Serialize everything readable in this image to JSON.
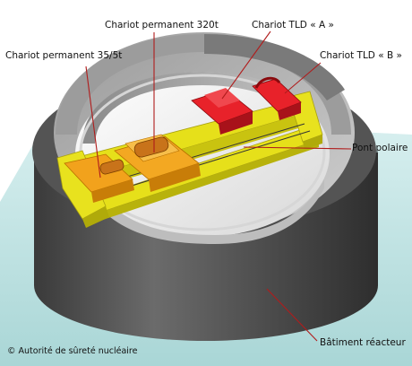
{
  "labels": {
    "chariot_35": "Chariot permanent 35/5t",
    "chariot_320": "Chariot permanent 320t",
    "chariot_a": "Chariot TLD « A »",
    "chariot_b": "Chariot TLD « B »",
    "pont": "Pont polaire",
    "batiment": "Bâtiment réacteur"
  },
  "copyright": "© Autorité de sûreté nucléaire",
  "colors": {
    "background": "#ffffff",
    "floor": "#bfe3e3",
    "wall_outer": "#5a5a5a",
    "wall_top": "#b5b5b5",
    "interior": "#f2f2f2",
    "bridge": "#e6e01a",
    "trolley_orange": "#f0a020",
    "trolley_red": "#e02020",
    "leader_line": "#b01c1c"
  }
}
